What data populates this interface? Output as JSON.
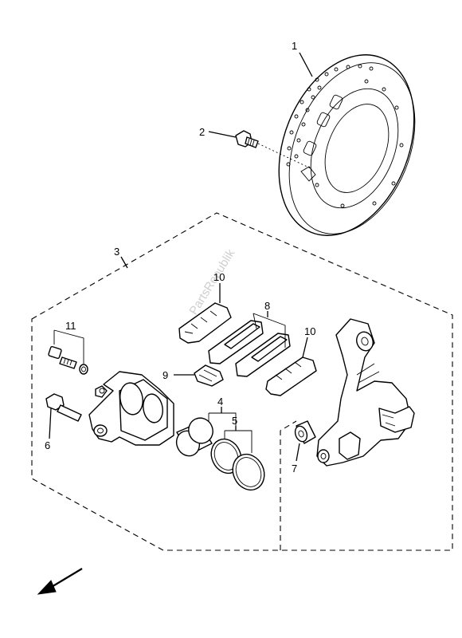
{
  "callouts": {
    "c1": "1",
    "c2": "2",
    "c3": "3",
    "c4": "4",
    "c5": "5",
    "c6": "6",
    "c7": "7",
    "c8": "8",
    "c9": "9",
    "c10a": "10",
    "c10b": "10",
    "c11": "11"
  },
  "watermark": "PartsRepublik",
  "orientation_arrow_icon": "arrow-down-left-icon"
}
